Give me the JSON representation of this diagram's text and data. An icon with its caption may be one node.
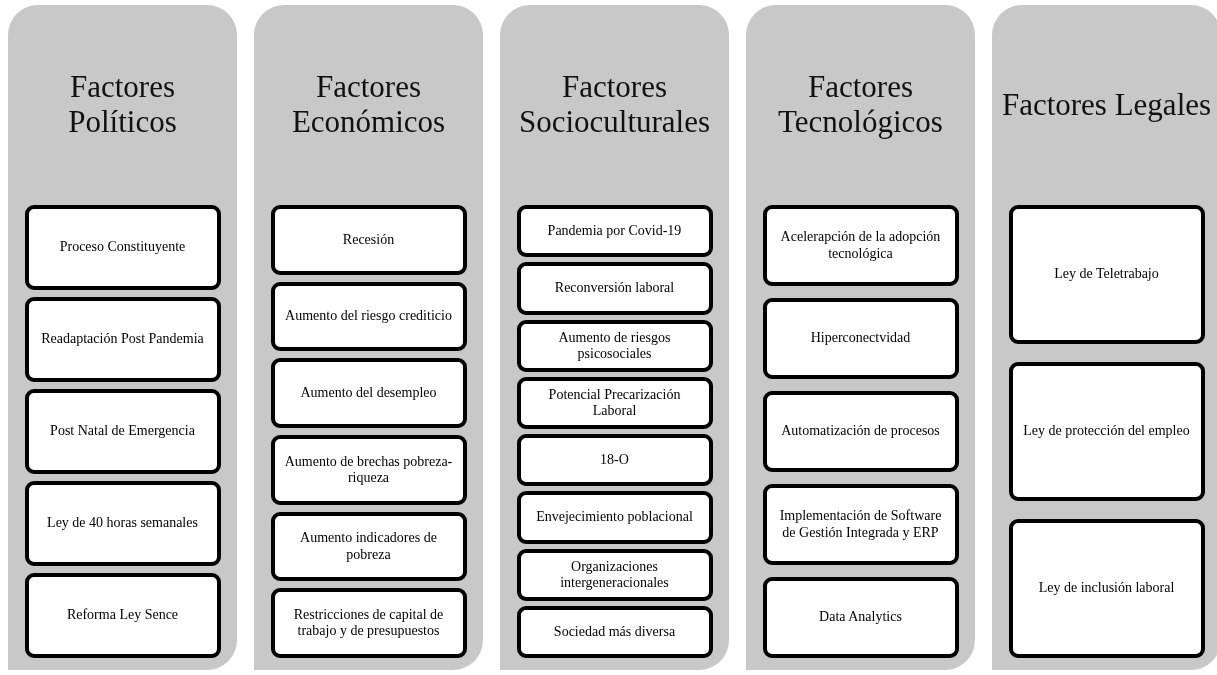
{
  "diagram": {
    "nodes": [
      {
        "text": [
          "Factores Políticos"
        ]
      },
      {
        "text": [
          "Proceso Constituyente"
        ],
        "in": 0
      },
      {
        "text": [
          "Readaptación Post Pandemia"
        ],
        "in": 0
      },
      {
        "text": [
          "Post Natal de Emergencia"
        ],
        "in": 0
      },
      {
        "text": [
          "Ley de 40 horas semanales"
        ],
        "in": 0
      },
      {
        "text": [
          "Reforma Ley Sence"
        ],
        "in": 0
      },
      {
        "text": [
          "Factores Económicos"
        ]
      },
      {
        "text": [
          "Recesión"
        ],
        "in": 6
      },
      {
        "text": [
          "Aumento del riesgo crediticio"
        ],
        "in": 6
      },
      {
        "text": [
          "Aumento del desempleo"
        ],
        "in": 6
      },
      {
        "text": [
          "Aumento de brechas pobreza-riqueza"
        ],
        "in": 6
      },
      {
        "text": [
          "Aumento indicadores de pobreza"
        ],
        "in": 6
      },
      {
        "text": [
          "Restricciones de capital de trabajo y de presupuestos"
        ],
        "in": 6
      },
      {
        "text": [
          "Factores Socioculturales"
        ]
      },
      {
        "text": [
          "Pandemia por Covid-19"
        ],
        "in": 13
      },
      {
        "text": [
          "Reconversión laboral"
        ],
        "in": 13
      },
      {
        "text": [
          "Aumento de riesgos psicosociales"
        ],
        "in": 13
      },
      {
        "text": [
          "Potencial Precarización Laboral"
        ],
        "in": 13
      },
      {
        "text": [
          "18-O"
        ],
        "in": 13
      },
      {
        "text": [
          "Envejecimiento poblacional"
        ],
        "in": 13
      },
      {
        "text": [
          "Organizaciones intergeneracionales"
        ],
        "in": 13
      },
      {
        "text": [
          "Sociedad más diversa"
        ],
        "in": 13
      },
      {
        "text": [
          "Factores Tecnológicos"
        ]
      },
      {
        "text": [
          "Acelerapción de la adopción tecnológica"
        ],
        "in": 22
      },
      {
        "text": [
          "Hiperconectvidad"
        ],
        "in": 22
      },
      {
        "text": [
          "Automatización de procesos"
        ],
        "in": 22
      },
      {
        "text": [
          "Implementación de Software de Gestión Integrada y ERP"
        ],
        "in": 22
      },
      {
        "text": [
          "Data Analytics"
        ],
        "in": 22
      },
      {
        "text": [
          "Factores Legales"
        ]
      },
      {
        "text": [
          "Ley de Teletrabajo"
        ],
        "in": 28
      },
      {
        "text": [
          "Ley de protección del empleo"
        ],
        "in": 28
      },
      {
        "text": [
          "Ley de inclusión laboral"
        ],
        "in": 28
      }
    ]
  }
}
